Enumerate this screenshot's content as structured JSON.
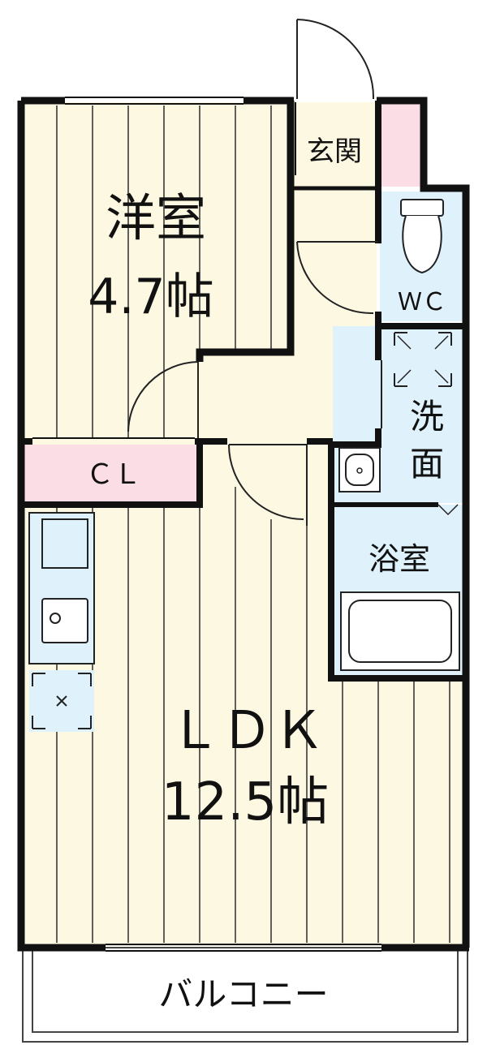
{
  "rooms": {
    "western_room": {
      "name": "洋室",
      "size": "4.7帖"
    },
    "ldk": {
      "name": "ＬＤＫ",
      "size": "12.5帖"
    },
    "entrance": {
      "name": "玄関"
    },
    "wc": {
      "name": "ＷＣ"
    },
    "washroom": {
      "name_line1": "洗",
      "name_line2": "面"
    },
    "bathroom": {
      "name": "浴室"
    },
    "closet": {
      "name": "ＣＬ"
    },
    "balcony": {
      "name": "バルコニー"
    }
  },
  "colors": {
    "floor": "#fdf8e1",
    "wet_area": "#dff1fb",
    "storage": "#fbdde6",
    "wall": "#111111"
  },
  "icons": [
    "toilet-icon",
    "washbasin-icon",
    "kitchen-sink-icon",
    "stove-icon",
    "bathtub-icon",
    "washing-machine-icon",
    "door-swing-icon"
  ]
}
